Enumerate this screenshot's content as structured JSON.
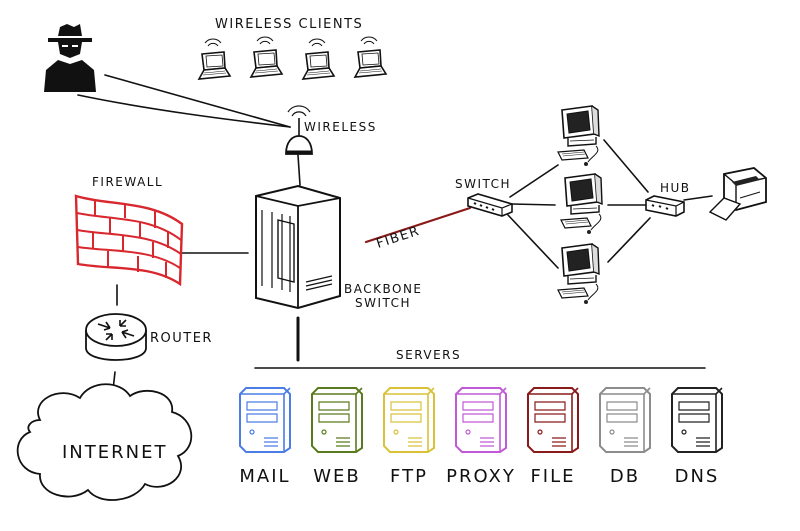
{
  "labels": {
    "wireless_clients": "WIRELESS CLIENTS",
    "wireless": "WIRELESS",
    "firewall": "FIREWALL",
    "router": "ROUTER",
    "internet": "INTERNET",
    "fiber": "FIBER",
    "switch": "SWITCH",
    "hub": "HUB",
    "backbone_line1": "BACKBONE",
    "backbone_line2": "SWITCH",
    "servers": "SERVERS"
  },
  "servers": [
    {
      "name": "MAIL",
      "color": "#4a7de8"
    },
    {
      "name": "WEB",
      "color": "#5a7a1e"
    },
    {
      "name": "FTP",
      "color": "#d9c23a"
    },
    {
      "name": "PROXY",
      "color": "#c25ad8"
    },
    {
      "name": "FILE",
      "color": "#8a1a1a"
    },
    {
      "name": "DB",
      "color": "#8c8c8c"
    },
    {
      "name": "DNS",
      "color": "#222222"
    }
  ],
  "colors": {
    "firewall": "#d9272e",
    "fiber": "#8a1a1a",
    "ink": "#111111"
  }
}
